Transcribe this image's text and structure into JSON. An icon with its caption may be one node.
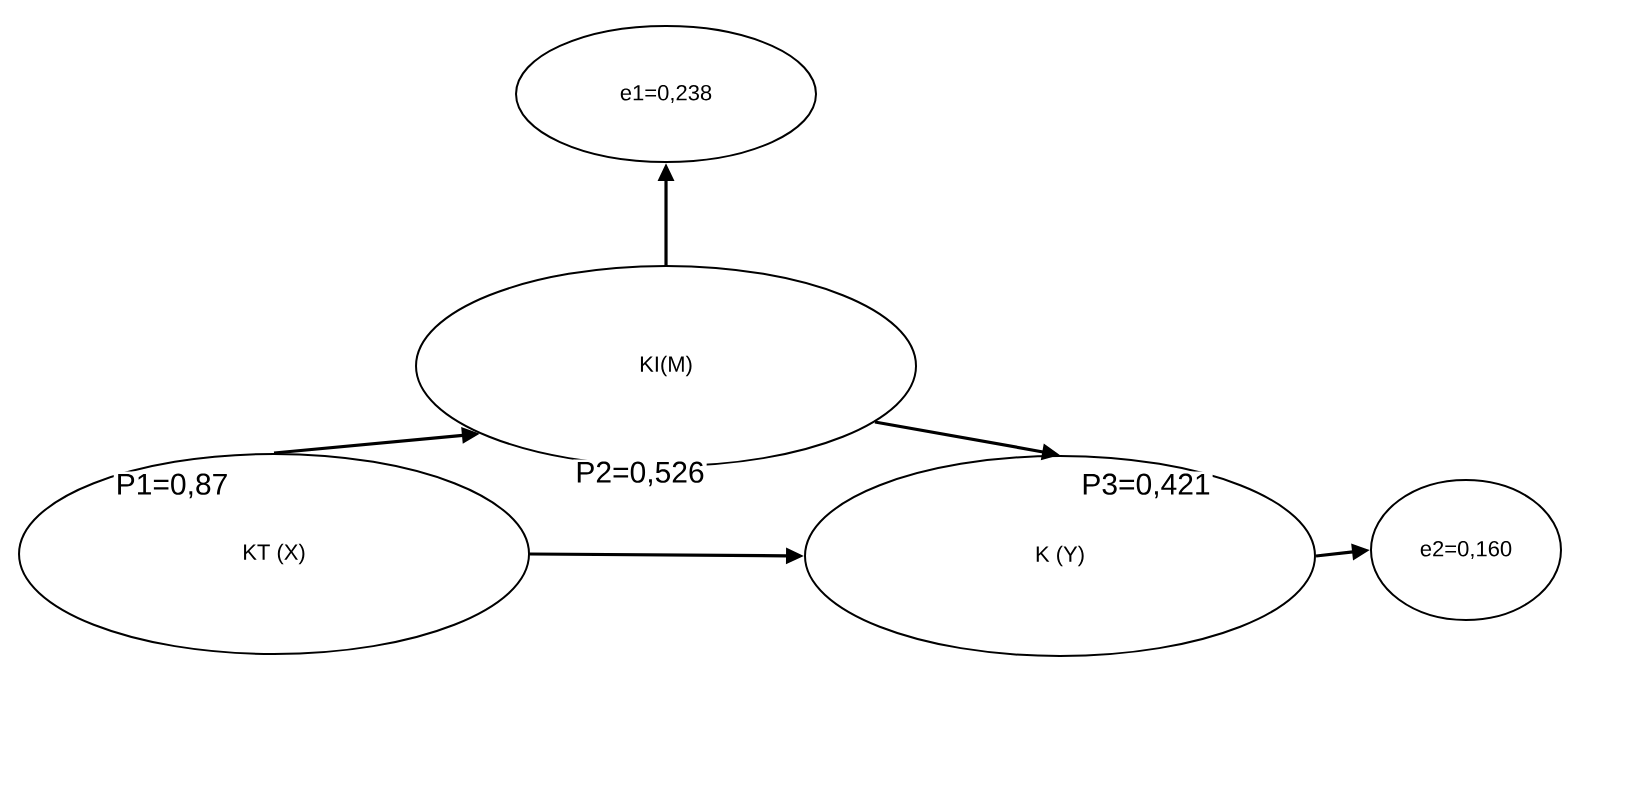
{
  "diagram": {
    "nodes": [
      {
        "text": [
          "e1=0,238"
        ]
      },
      {
        "text": [
          "KI(M)"
        ]
      },
      {
        "text": [
          "KT (X)"
        ]
      },
      {
        "text": [
          "K (Y)"
        ]
      },
      {
        "text": [
          "e2=0,160"
        ]
      }
    ],
    "edges": [
      {
        "from": 1,
        "to": 0,
        "arrow": "to"
      },
      {
        "from": 2,
        "to": 1,
        "arrow": "to",
        "label": "P1=0,87"
      },
      {
        "from": 1,
        "to": 3,
        "arrow": "to",
        "label": "P3=0,421"
      },
      {
        "from": 2,
        "to": 3,
        "arrow": "to",
        "label": "P2=0,526"
      },
      {
        "from": 3,
        "to": 4,
        "arrow": "to"
      }
    ]
  }
}
